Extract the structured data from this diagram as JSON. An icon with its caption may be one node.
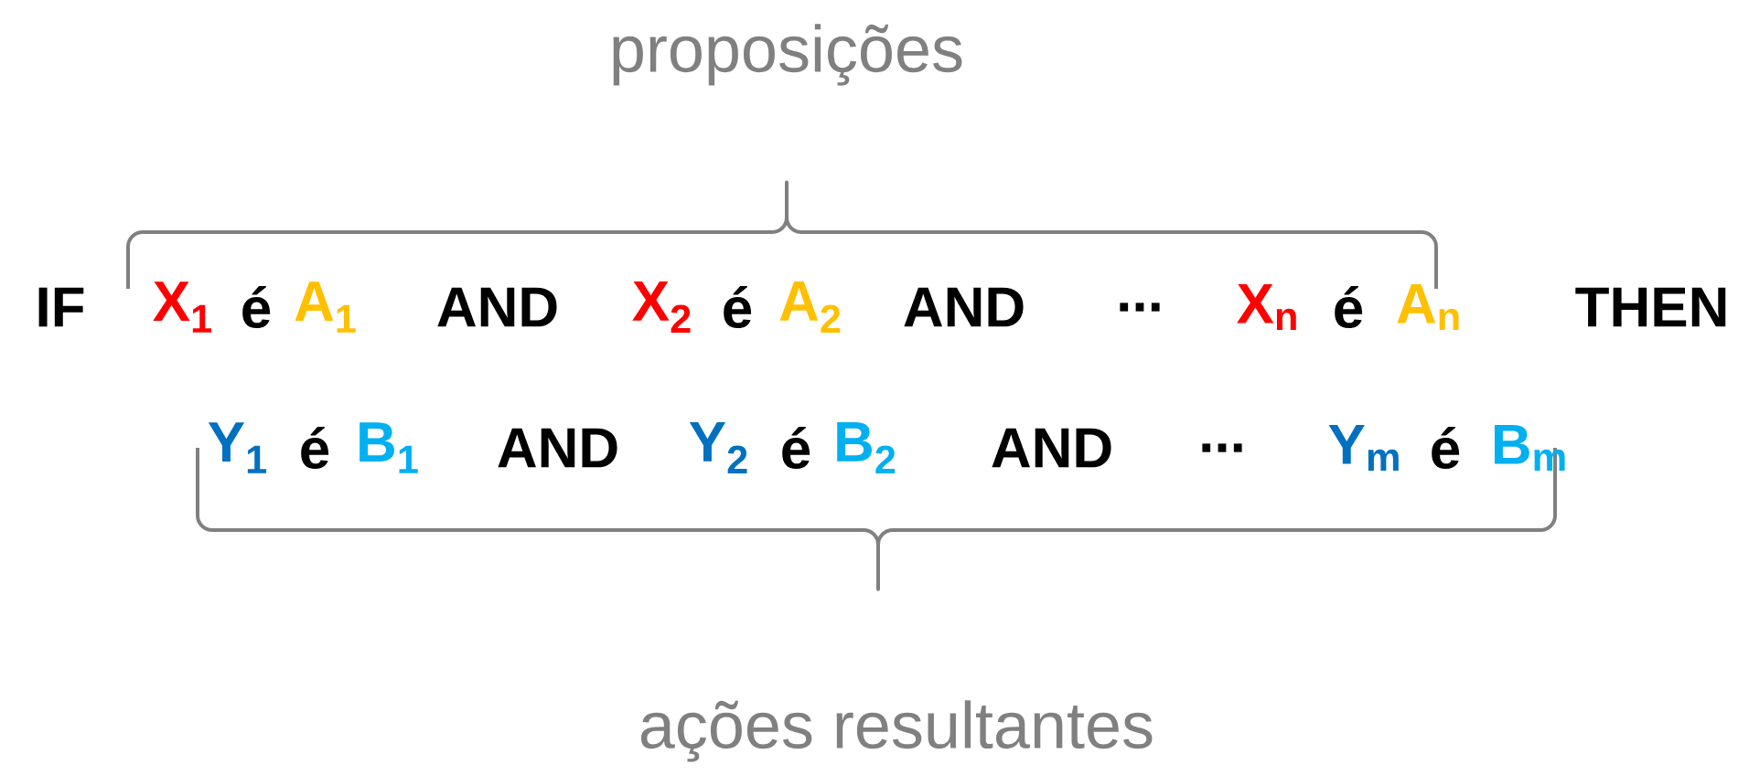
{
  "diagram": {
    "labels": [
      "proposições",
      "IF",
      "X$_{1}$",
      "é",
      "A$_{1}$",
      "AND",
      "X$_{2}$",
      "é",
      "A$_{2}$",
      "AND",
      "...",
      "X$_{n}$",
      "é",
      "A$_{n}$",
      "THEN",
      "Y$_{1}$",
      "é",
      "B$_{1}$",
      "AND",
      "Y$_{2}$",
      "é",
      "B$_{2}$",
      "AND",
      "...",
      "Y$_{m}$",
      "é",
      "B$_{m}$",
      "ações resultantes"
    ]
  }
}
